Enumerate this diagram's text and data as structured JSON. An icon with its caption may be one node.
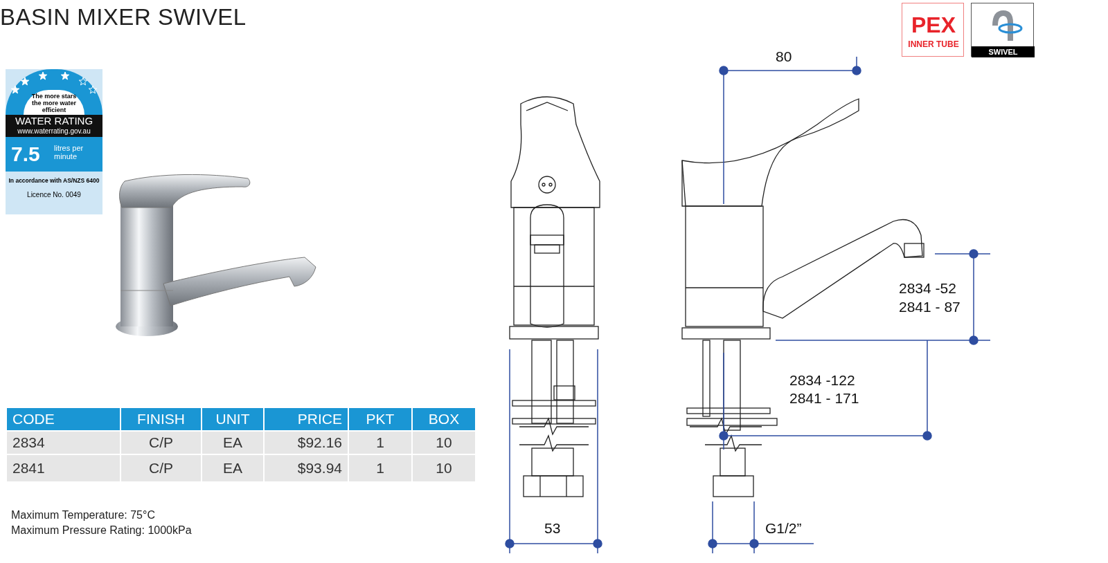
{
  "diagram": {
    "title": "BASIN MIXER SWIVEL",
    "nodes": [
      {
        "text": [
          "PEX",
          "INNER TUBE"
        ]
      },
      {
        "text": [
          "SWIVEL"
        ]
      },
      {
        "text": [
          "The more stars the more water efficient",
          "WATER RATING",
          "www.waterrating.gov.au",
          "7.5",
          "litres per minute",
          "In accordance with AS/NZS 6400",
          "Licence No. 0049"
        ]
      }
    ],
    "labels": [
      "80",
      "2834 -52",
      "2841 - 87",
      "2834 -122",
      "2841 - 171",
      "CODE",
      "FINISH",
      "UNIT",
      "PRICE",
      "PKT",
      "BOX",
      "2834",
      "C/P",
      "EA",
      "$92.16",
      "1",
      "10",
      "2841",
      "C/P",
      "EA",
      "$93.94",
      "1",
      "10",
      "53",
      "G1/2”",
      "Maximum Temperature: 75°C",
      "Maximum Pressure Rating: 1000kPa"
    ]
  }
}
